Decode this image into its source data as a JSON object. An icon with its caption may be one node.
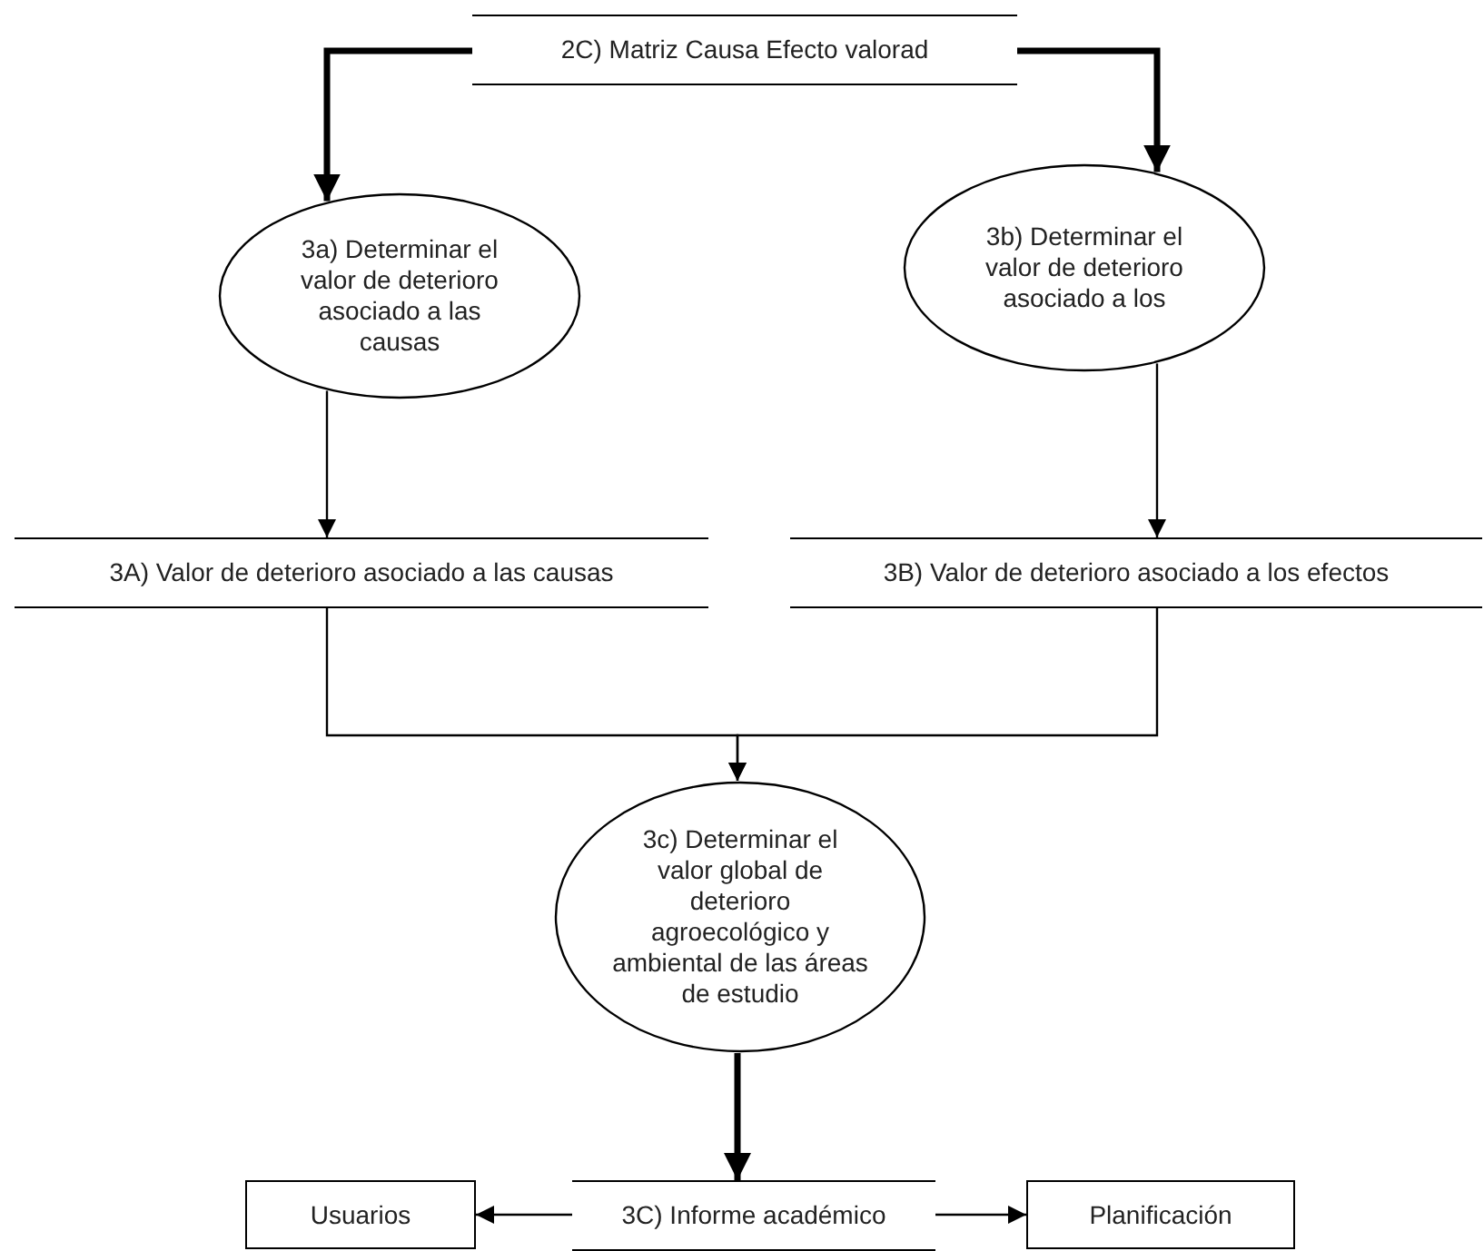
{
  "diagram": {
    "nodes": [
      {
        "text": [
          "2C) Matriz Causa Efecto valorad"
        ]
      },
      {
        "text": [
          "3a) Determinar el valor de deterioro asociado a las causas"
        ]
      },
      {
        "text": [
          "3b) Determinar el valor de deterioro asociado a los"
        ]
      },
      {
        "text": [
          "3A) Valor de deterioro asociado a las causas"
        ]
      },
      {
        "text": [
          "3B) Valor de deterioro asociado a los efectos"
        ]
      },
      {
        "text": [
          "3c) Determinar el valor global de deterioro agroecológico y ambiental de las áreas de estudio"
        ]
      },
      {
        "text": [
          "3C) Informe académico"
        ]
      },
      {
        "text": [
          "Usuarios"
        ]
      },
      {
        "text": [
          "Planificación"
        ]
      }
    ],
    "edges": [
      {
        "from": 0,
        "to": 1,
        "arrow": "to",
        "style": "thick"
      },
      {
        "from": 0,
        "to": 2,
        "arrow": "to",
        "style": "thick"
      },
      {
        "from": 1,
        "to": 3,
        "arrow": "to"
      },
      {
        "from": 2,
        "to": 4,
        "arrow": "to"
      },
      {
        "from": 3,
        "to": 5,
        "arrow": "to"
      },
      {
        "from": 4,
        "to": 5,
        "arrow": "to"
      },
      {
        "from": 5,
        "to": 6,
        "arrow": "to",
        "style": "thick"
      },
      {
        "from": 6,
        "to": 7,
        "arrow": "to"
      },
      {
        "from": 6,
        "to": 8,
        "arrow": "to"
      }
    ]
  }
}
